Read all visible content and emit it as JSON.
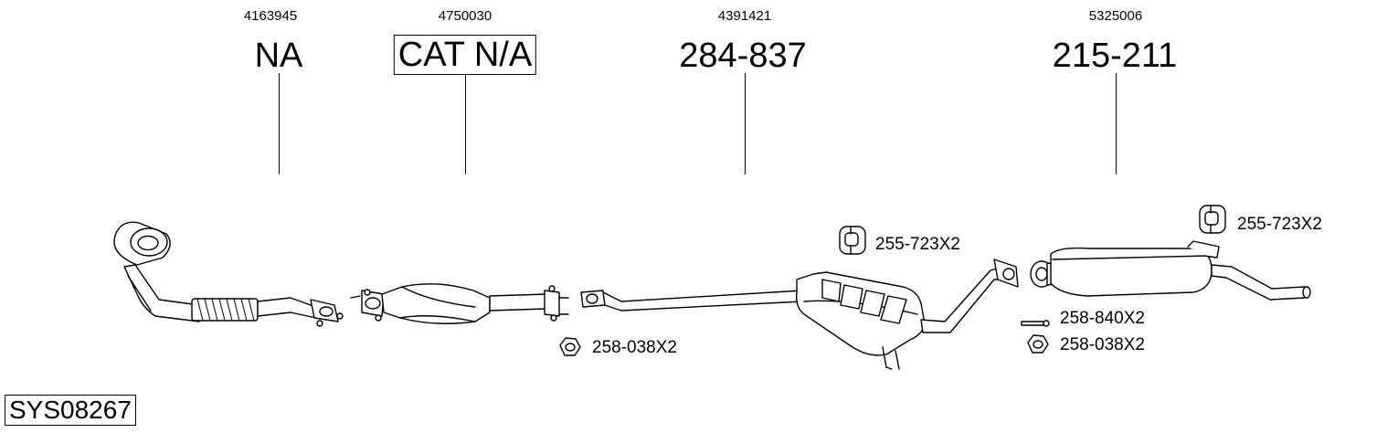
{
  "parts": [
    {
      "oe_number": "4163945",
      "part_code": "NA",
      "boxed": false
    },
    {
      "oe_number": "4750030",
      "part_code": "CAT N/A",
      "boxed": true
    },
    {
      "oe_number": "4391421",
      "part_code": "284-837",
      "boxed": false
    },
    {
      "oe_number": "5325006",
      "part_code": "215-211",
      "boxed": false
    }
  ],
  "hardware": [
    {
      "code": "258-038X2",
      "icon": "nut-icon"
    },
    {
      "code": "255-723X2",
      "icon": "rubber-hanger-icon"
    },
    {
      "code": "255-723X2",
      "icon": "rubber-hanger-icon"
    },
    {
      "code": "258-840X2",
      "icon": "bolt-icon"
    },
    {
      "code": "258-038X2",
      "icon": "nut-icon"
    }
  ],
  "system_code": "SYS08267"
}
